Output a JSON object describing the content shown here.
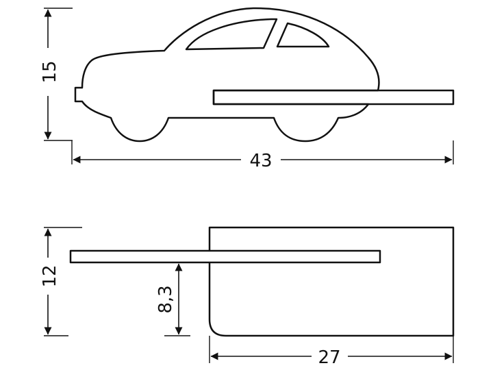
{
  "colors": {
    "line": "#111111",
    "background": "#ffffff"
  },
  "top_view": {
    "height_label": "15",
    "width_label": "43"
  },
  "side_view": {
    "height_label": "12",
    "shelf_height_label": "8,3",
    "depth_label": "27"
  }
}
